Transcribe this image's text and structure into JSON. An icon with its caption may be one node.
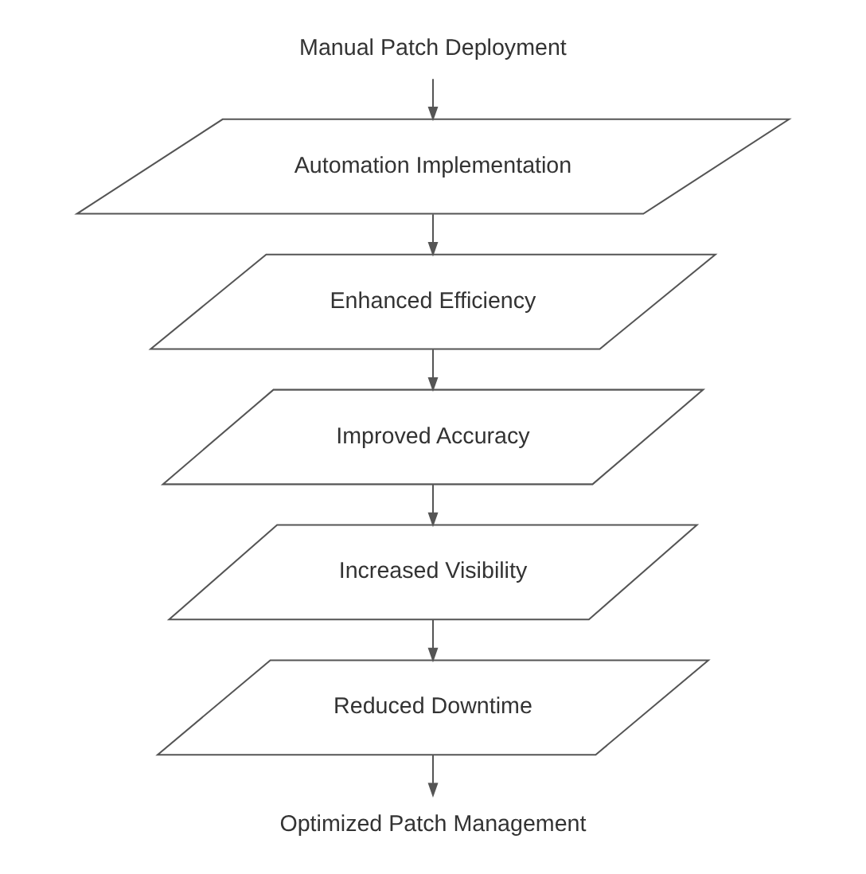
{
  "diagram": {
    "nodes": [
      {
        "text": [
          "Manual Patch Deployment"
        ]
      },
      {
        "text": [
          "Automation Implementation"
        ]
      },
      {
        "text": [
          "Enhanced Efficiency"
        ]
      },
      {
        "text": [
          "Improved Accuracy"
        ]
      },
      {
        "text": [
          "Increased Visibility"
        ]
      },
      {
        "text": [
          "Reduced Downtime"
        ]
      },
      {
        "text": [
          "Optimized Patch Management"
        ]
      }
    ],
    "edges": [
      {
        "from": 0,
        "to": 1,
        "arrow": "to"
      },
      {
        "from": 1,
        "to": 2,
        "arrow": "to"
      },
      {
        "from": 2,
        "to": 3,
        "arrow": "to"
      },
      {
        "from": 3,
        "to": 4,
        "arrow": "to"
      },
      {
        "from": 4,
        "to": 5,
        "arrow": "to"
      },
      {
        "from": 5,
        "to": 6,
        "arrow": "to"
      }
    ]
  }
}
